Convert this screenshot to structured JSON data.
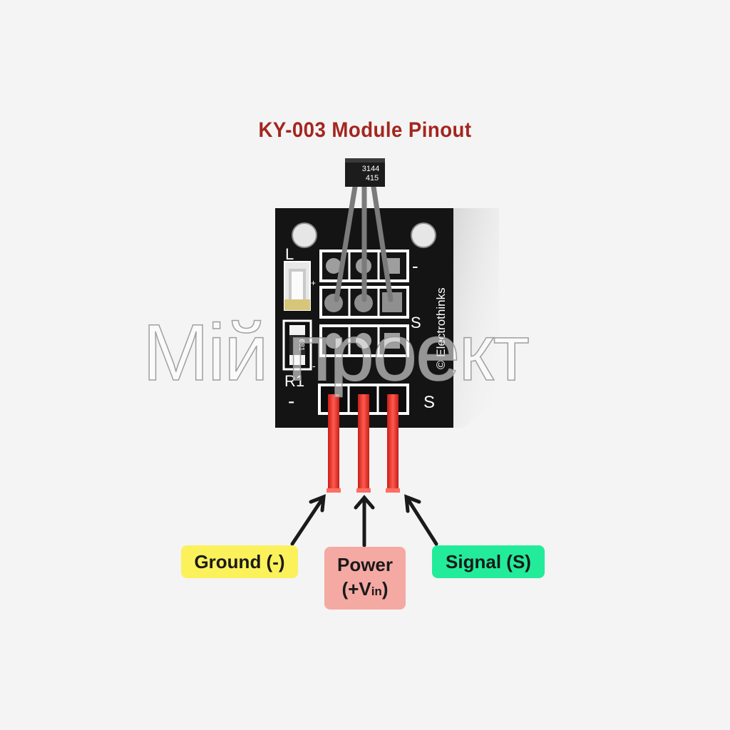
{
  "title": "KY-003 Module Pinout",
  "sensor": {
    "line1": "3144",
    "line2": "415"
  },
  "board": {
    "led_label": "L",
    "plus_mark": "+",
    "minus_mark_top": "-",
    "s_mark_mid": "S",
    "resistor_code": "681",
    "resistor_label": "R1",
    "minus_mark_bottom": "-",
    "s_mark_bottom": "S",
    "left_minus": "-",
    "copyright": "© Electrothinks"
  },
  "labels": {
    "ground": "Ground (-)",
    "power_line1": "Power",
    "power_line2": "(+V",
    "power_sub": "in",
    "power_close": ")",
    "signal": "Signal (S)"
  },
  "watermark": "Мій проект",
  "colors": {
    "title": "#a3261f",
    "board": "#141414",
    "pin": "#ef3b33",
    "ground_label": "#fbf15b",
    "power_label": "#f5a9a3",
    "signal_label": "#22ec9a"
  }
}
